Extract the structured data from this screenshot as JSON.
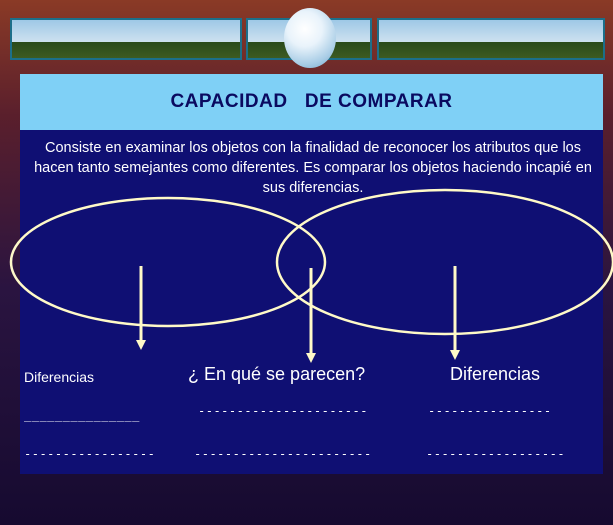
{
  "title": "CAPACIDAD   DE COMPARAR",
  "description": "Consiste en examinar los objetos con la finalidad de reconocer los atributos que los hacen tanto semejantes como diferentes. Es comparar los objetos haciendo incapié en sus diferencias.",
  "columns": {
    "left": {
      "label": "Diferencias",
      "line1": "_______________",
      "line2": "-----------------"
    },
    "center": {
      "label": "¿ En qué se parecen?",
      "line1": "----------------------",
      "line2": "-----------------------"
    },
    "right": {
      "label": "Diferencias",
      "line1": "----------------",
      "line2": "------------------"
    }
  },
  "colors": {
    "panel": "#0f0f73",
    "title_bar": "#7fd0f6",
    "title_text": "#0a0a60",
    "shapes": "#fffac8"
  }
}
